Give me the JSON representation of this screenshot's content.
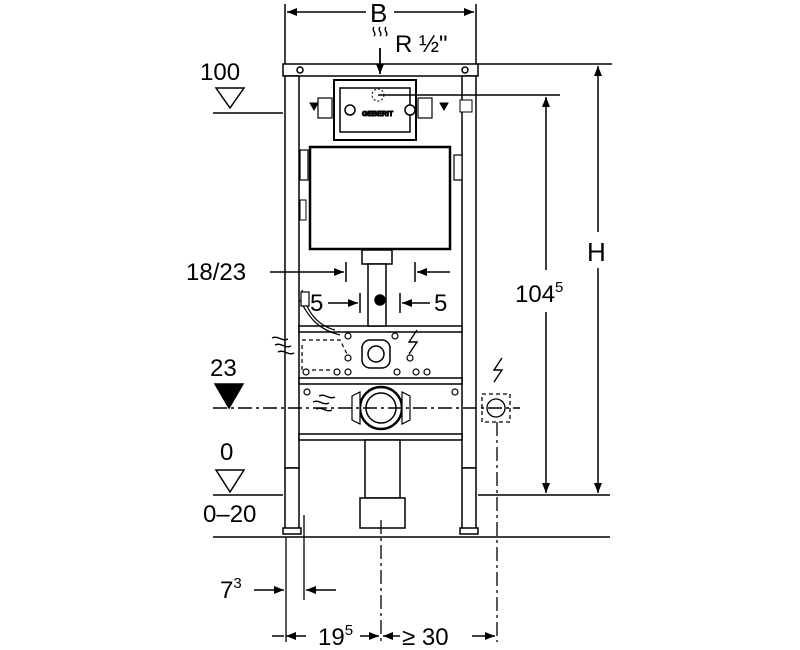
{
  "dims": {
    "width_label": "B",
    "supply_label": "R ½\"",
    "level_100": "100",
    "height_label": "H",
    "height_1045_base": "104",
    "height_1045_sup": "5",
    "pipe_1823": "18/23",
    "offset_left": "5",
    "offset_right": "5",
    "level_23": "23",
    "level_0": "0",
    "floor_range": "0–20",
    "depth_73_base": "7",
    "depth_73_sup": "3",
    "depth_195_base": "19",
    "depth_195_sup": "5",
    "clearance": "≥ 30"
  },
  "logo": {
    "text": "GEBERIT"
  },
  "icons": [
    "water-supply-icon",
    "electric-icon",
    "level-marker-icon"
  ],
  "colors": {
    "line": "#000000",
    "panel": "#ffffff"
  }
}
